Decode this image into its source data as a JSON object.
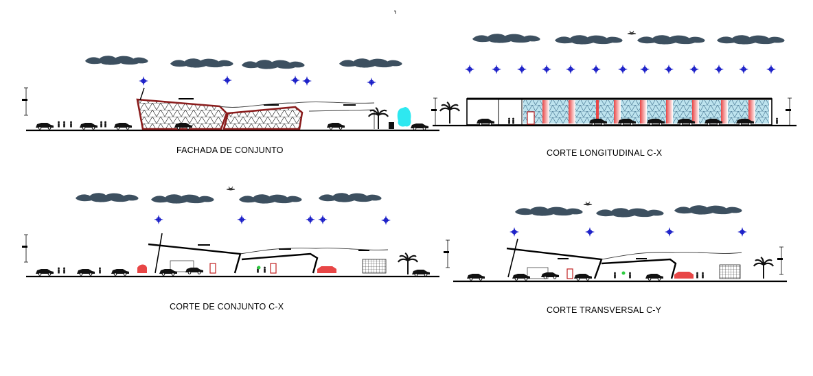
{
  "drawing": {
    "views": [
      {
        "id": "fachada",
        "title": "FACHADA DE CONJUNTO"
      },
      {
        "id": "corte-longitudinal",
        "title": "CORTE LONGITUDINAL C-X"
      },
      {
        "id": "corte-conjunto",
        "title": "CORTE DE CONJUNTO C-X"
      },
      {
        "id": "corte-transversal",
        "title": "CORTE TRANSVERSAL C-Y"
      }
    ]
  },
  "colors": {
    "cloud": "#3d5060",
    "star": "#1c20c8",
    "facade": "#8a1c1c",
    "glass": "#9fd6e6",
    "red_panel": "#e84646",
    "tree_cyan": "#2ee8f0",
    "ink": "#000000"
  },
  "icons": [
    "cloud-icon",
    "sun-star-icon",
    "bird-icon",
    "palm-tree-icon",
    "car-icon",
    "person-icon"
  ]
}
